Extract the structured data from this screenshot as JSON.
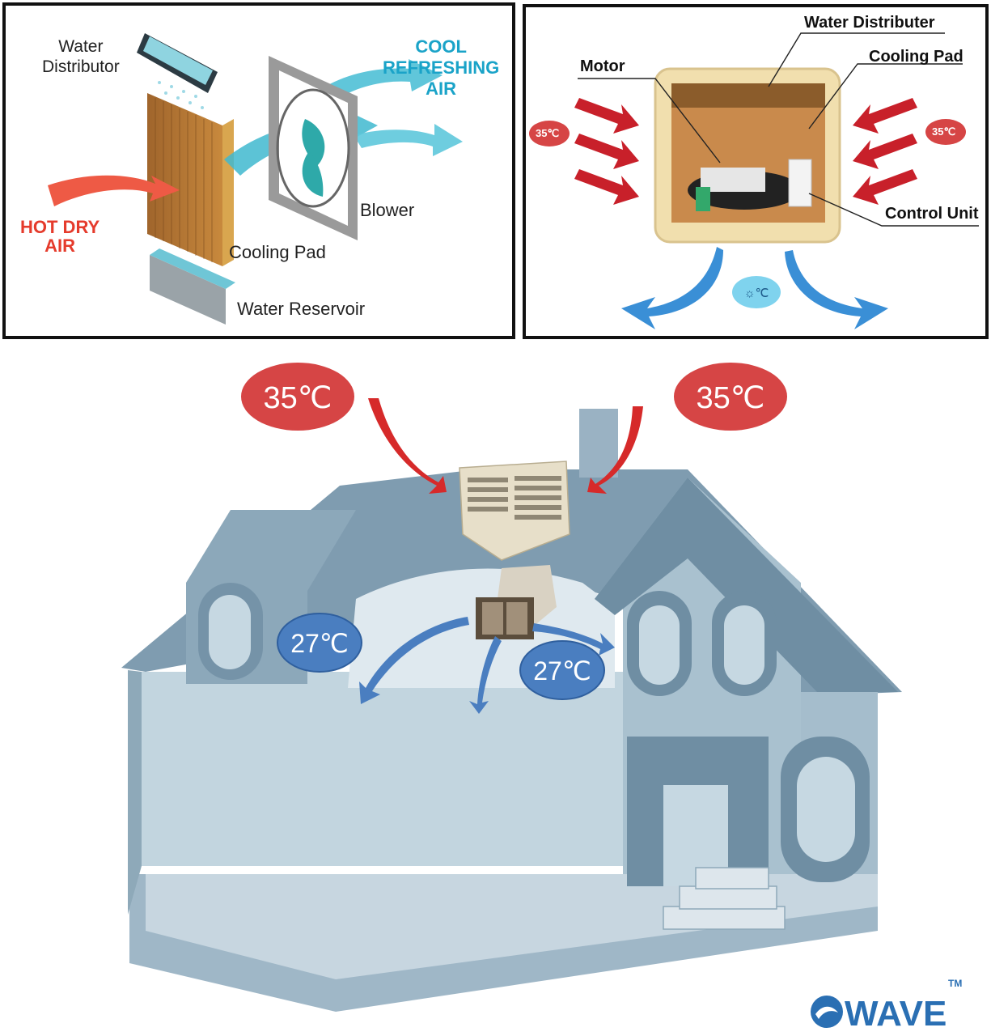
{
  "panel_left": {
    "labels": {
      "water_distributor": "Water\nDistributor",
      "cool_refreshing_air": "COOL\nREFRESHING\nAIR",
      "hot_dry_air": "HOT DRY\nAIR",
      "blower": "Blower",
      "cooling_pad": "Cooling Pad",
      "water_reservoir": "Water Reservoir"
    }
  },
  "panel_right": {
    "labels": {
      "water_distributer": "Water Distributer",
      "cooling_pad": "Cooling Pad",
      "motor": "Motor",
      "control_unit": "Control Unit",
      "temp_left": "35℃",
      "temp_right": "35℃"
    }
  },
  "house": {
    "temp_outside_left": "35℃",
    "temp_outside_right": "35℃",
    "temp_inside_left": "27℃",
    "temp_inside_right": "27℃"
  },
  "logo": {
    "text": "WAVE",
    "tm": "TM"
  },
  "colors": {
    "hot_red": "#d93a3a",
    "cool_blue": "#4a7ec0",
    "teal": "#29b6cf",
    "house": "#a9c3d3"
  }
}
